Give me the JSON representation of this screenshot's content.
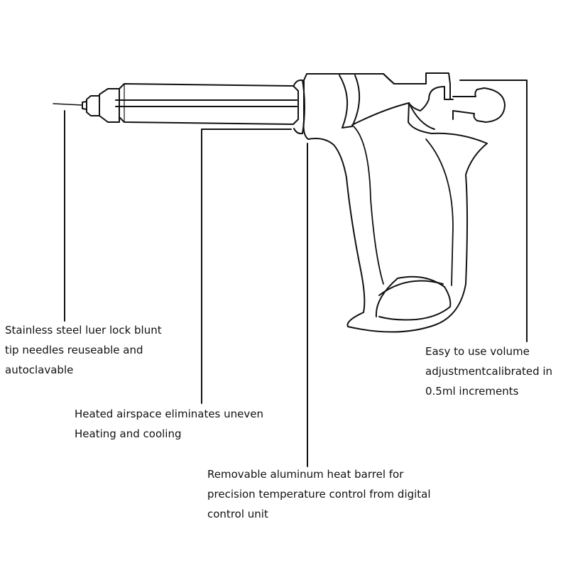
{
  "colors": {
    "stroke": "#111111",
    "background": "#ffffff",
    "text": "#111111"
  },
  "callouts": {
    "needle": {
      "lines": [
        "Stainless steel luer lock blunt",
        "tip needles reuseable and",
        "autoclavable"
      ]
    },
    "airspace": {
      "lines": [
        "Heated airspace eliminates uneven",
        "Heating and cooling"
      ]
    },
    "barrel": {
      "lines": [
        "Removable aluminum heat barrel for",
        "precision temperature control from digital",
        "control unit"
      ]
    },
    "volume": {
      "lines": [
        "Easy to use volume",
        "adjustmentcalibrated in",
        "0.5ml increments"
      ]
    }
  }
}
